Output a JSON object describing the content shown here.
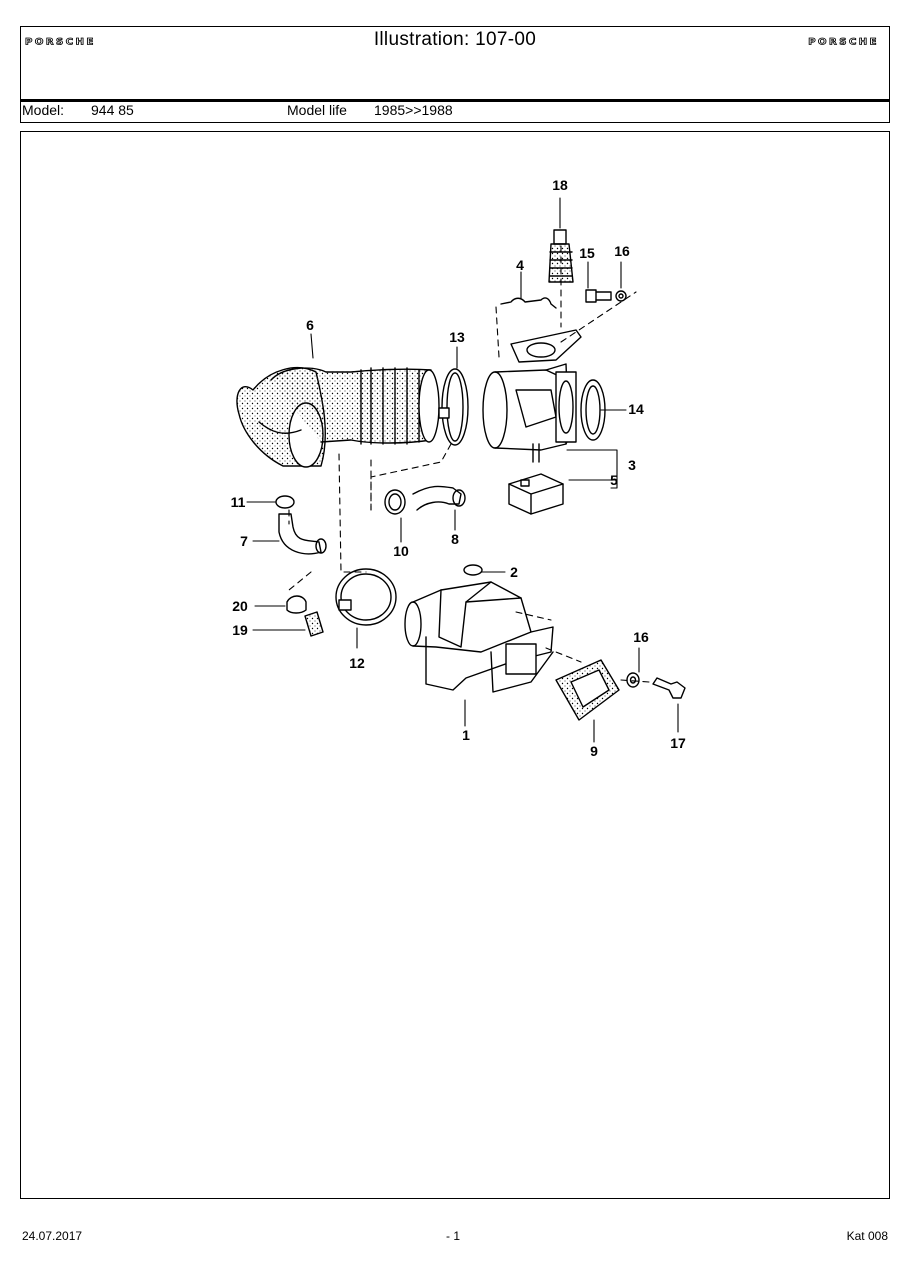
{
  "header": {
    "logo_left": "PORSCHE",
    "logo_right": "PORSCHE",
    "title": "Illustration: 107-00"
  },
  "model_bar": {
    "model_label": "Model:",
    "model_value": "944 85",
    "life_label": "Model life",
    "life_value": "1985>>1988"
  },
  "diagram": {
    "callouts": [
      "18",
      "15",
      "16",
      "4",
      "6",
      "13",
      "14",
      "3",
      "5",
      "11",
      "7",
      "10",
      "8",
      "2",
      "20",
      "19",
      "12",
      "16",
      "1",
      "9",
      "17"
    ]
  },
  "footer": {
    "date": "24.07.2017",
    "page": "- 1",
    "catalog": "Kat 008"
  }
}
